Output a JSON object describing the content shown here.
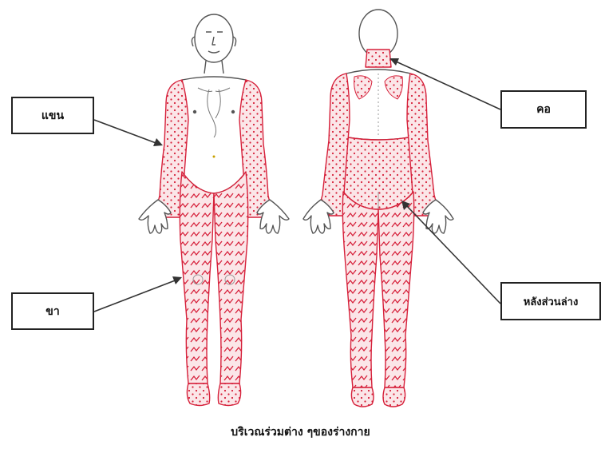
{
  "labels": {
    "arm": "แขน",
    "neck": "คอ",
    "leg": "ขา",
    "lower_back": "หลังส่วนล่าง"
  },
  "caption": "บริเวณร่วมต่าง ๆของร่างกาย",
  "colors": {
    "outline": "#555555",
    "marking": "#d6203a",
    "fill": "#fbe6e8"
  },
  "figures": [
    "front-view",
    "back-view"
  ]
}
